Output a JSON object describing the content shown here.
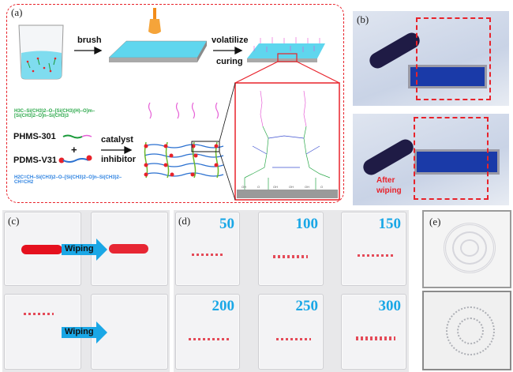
{
  "panel_a": {
    "label": "(a)",
    "step1": "brush",
    "step2_top": "volatilize",
    "step2_bottom": "curing",
    "polymer1": "PHMS-301",
    "plus": "+",
    "polymer2": "PDMS-V31",
    "reaction_top": "catalyst",
    "reaction_bottom": "inhibitor",
    "phms_formula": "H3C–Si(CH3)2–O–[Si(CH3)(H)–O]m–[Si(CH3)2–O]n–Si(CH3)3",
    "pdms_formula": "H2C=CH–Si(CH3)2–O–[Si(CH3)2–O]n–Si(CH3)2–CH=CH2",
    "surface_groups": "OH"
  },
  "panel_b": {
    "label": "(b)",
    "after_text": "After\nwiping"
  },
  "panel_c": {
    "label": "(c)",
    "arrow_text": "Wiping"
  },
  "panel_d": {
    "label": "(d)",
    "counts": [
      "50",
      "100",
      "150",
      "200",
      "250",
      "300"
    ]
  },
  "panel_e": {
    "label": "(e)"
  },
  "colors": {
    "accent_red": "#e8222a",
    "arrow_blue": "#1aa7e6",
    "coating_blue": "#5fd6ee"
  }
}
